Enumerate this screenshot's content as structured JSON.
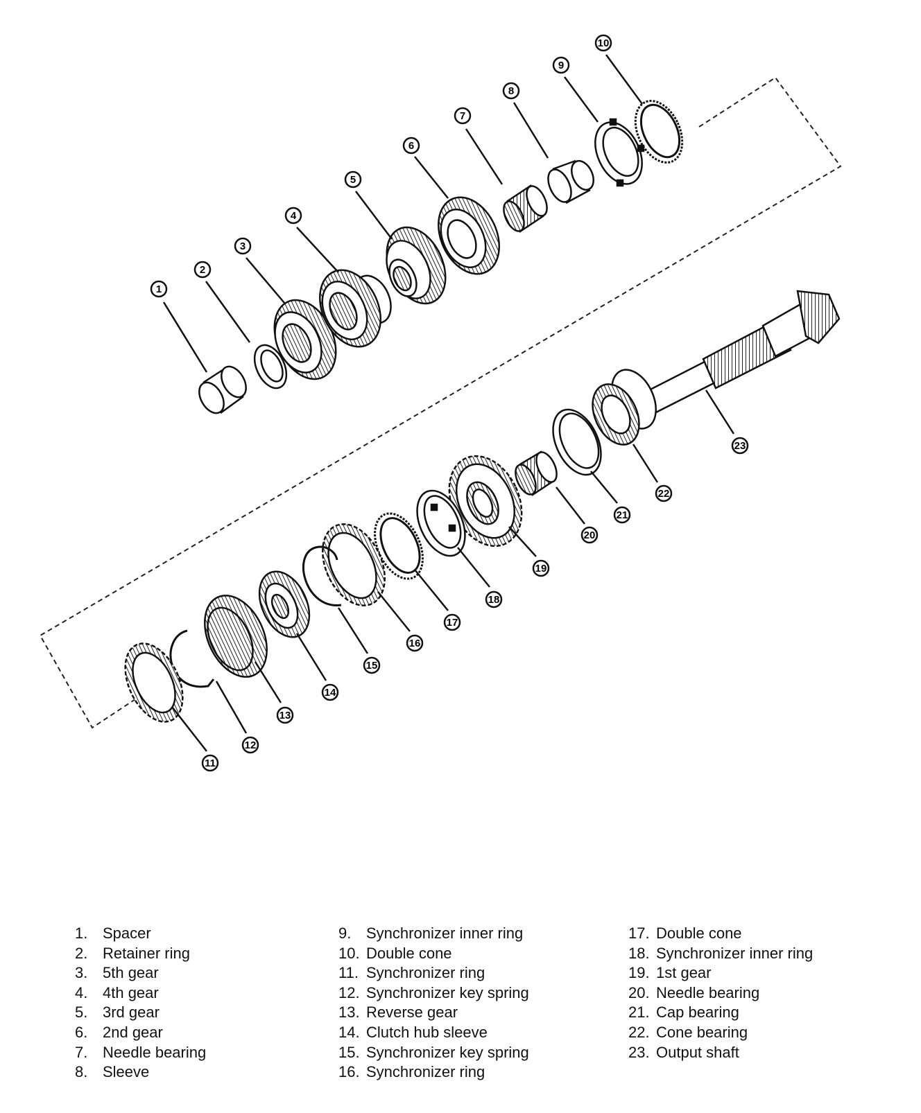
{
  "diagram": {
    "callouts": [
      "1",
      "2",
      "3",
      "4",
      "5",
      "6",
      "7",
      "8",
      "9",
      "10",
      "11",
      "12",
      "13",
      "14",
      "15",
      "16",
      "17",
      "18",
      "19",
      "20",
      "21",
      "22",
      "23"
    ]
  },
  "legend": {
    "columns": [
      [
        {
          "num": "1.",
          "label": "Spacer"
        },
        {
          "num": "2.",
          "label": "Retainer ring"
        },
        {
          "num": "3.",
          "label": "5th gear"
        },
        {
          "num": "4.",
          "label": "4th gear"
        },
        {
          "num": "5.",
          "label": "3rd gear"
        },
        {
          "num": "6.",
          "label": "2nd gear"
        },
        {
          "num": "7.",
          "label": "Needle bearing"
        },
        {
          "num": "8.",
          "label": "Sleeve"
        }
      ],
      [
        {
          "num": "9.",
          "label": "Synchronizer inner ring"
        },
        {
          "num": "10.",
          "label": "Double cone"
        },
        {
          "num": "11.",
          "label": "Synchronizer ring"
        },
        {
          "num": "12.",
          "label": "Synchronizer key spring"
        },
        {
          "num": "13.",
          "label": "Reverse gear"
        },
        {
          "num": "14.",
          "label": "Clutch hub sleeve"
        },
        {
          "num": "15.",
          "label": "Synchronizer key spring"
        },
        {
          "num": "16.",
          "label": "Synchronizer ring"
        }
      ],
      [
        {
          "num": "17.",
          "label": "Double cone"
        },
        {
          "num": "18.",
          "label": "Synchronizer inner ring"
        },
        {
          "num": "19.",
          "label": "1st gear"
        },
        {
          "num": "20.",
          "label": "Needle bearing"
        },
        {
          "num": "21.",
          "label": "Cap bearing"
        },
        {
          "num": "22.",
          "label": "Cone bearing"
        },
        {
          "num": "23.",
          "label": "Output shaft"
        }
      ]
    ]
  }
}
